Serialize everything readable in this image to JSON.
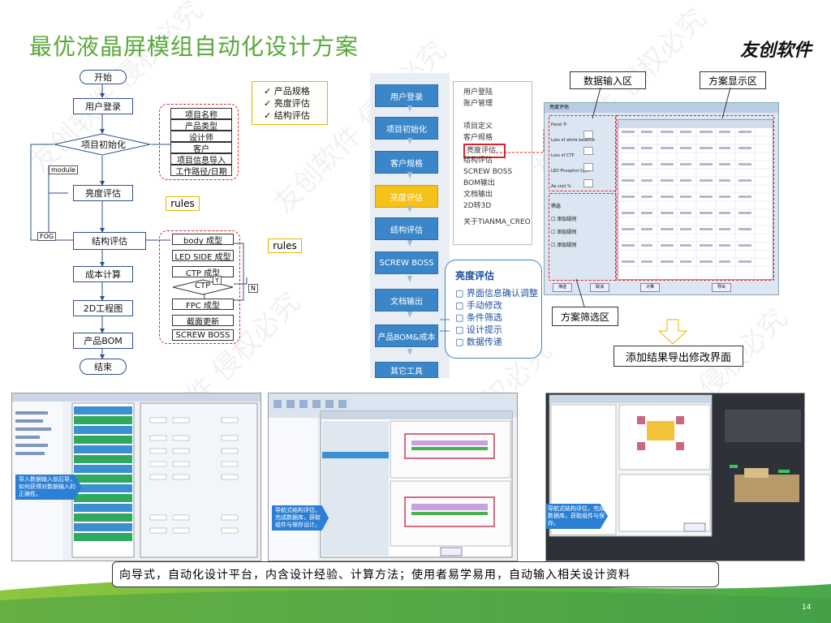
{
  "slide": {
    "title": "最优液晶屏模组自动化设计方案",
    "brand": "友创软件",
    "footer_text": "向导式，自动化设计平台，内含设计经验、计算方法；使用者易学易用，自动输入相关设计资料",
    "page_number": "14",
    "watermark": "友创软件 侵权必究",
    "colors": {
      "title": "#5aa83b",
      "accent_blue": "#3a86c8",
      "accent_yellow": "#f6c219",
      "dashed_red": "#e0202a",
      "green_bar": "#5bb04a"
    }
  },
  "flow": {
    "start": "开始",
    "login": "用户登录",
    "init": "项目初始化",
    "module_tag": "module",
    "brightness": "亮度评估",
    "fog_tag": "FOG",
    "structure": "结构评估",
    "cost": "成本计算",
    "drawing2d": "2D工程图",
    "bom": "产品BOM",
    "end": "结束",
    "init_items": [
      "项目名称",
      "产品类型",
      "设计师",
      "客户",
      "项目信息导入",
      "工作路径/日期"
    ],
    "structure_items": [
      "body 成型",
      "LED SIDE 成型",
      "CTP 成型",
      "CTP",
      "FPC 成型",
      "截面更新",
      "SCREW BOSS"
    ],
    "y_label": "Y",
    "n_label": "N",
    "rules1": "rules",
    "rules2": "rules",
    "checklist": [
      "产品规格",
      "亮度评估",
      "结构评估"
    ]
  },
  "app_nav": {
    "buttons": [
      "用户登录",
      "项目初始化",
      "客户规格",
      "亮度评估",
      "结构评估",
      "SCREW BOSS",
      "文档输出",
      "产品BOM&成本",
      "其它工具"
    ],
    "active_index": 3,
    "menu_items": [
      "用户登陆",
      "账户管理",
      "项目定义",
      "客户规格",
      "亮度评估",
      "结构评估",
      "SCREW BOSS",
      "BOM输出",
      "文档输出",
      "2D转3D",
      "关于TIANMA_CREO"
    ],
    "highlight_menu_index": 4
  },
  "brightness_panel": {
    "title": "亮度评估",
    "items": [
      "界面信息确认调整",
      "手动修改",
      "条件筛选",
      "设计提示",
      "数据传递"
    ]
  },
  "annotations": {
    "data_input": "数据输入区",
    "scheme_display": "方案显示区",
    "scheme_filter": "方案筛选区",
    "export_result": "添加结果导出修改界面"
  },
  "dialog": {
    "title": "亮度评估",
    "input_labels": [
      "Panel Tr",
      "Loss of white balance",
      "Loss of CTP",
      "LED Phosphor type",
      "Aa cost %"
    ],
    "filter_labels": [
      "筛选",
      "添加规则",
      "添加规则",
      "添加规则"
    ],
    "buttons": [
      "筛选",
      "取消",
      "计算",
      "导出"
    ]
  },
  "screenshots": {
    "shot1_arrow": "导入数据输入前后导，如何获得对数据输入的正确性。",
    "shot2_arrow": "导航式结构评估，完成数据库，获取组件与保存设计。",
    "shot3_arrow": "导航式结构评估，完成数据库，获取组件与保存。"
  }
}
